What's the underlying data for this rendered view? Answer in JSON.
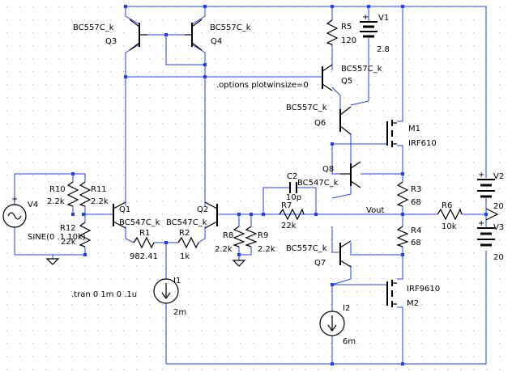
{
  "colors": {
    "background": "#ffffff",
    "grid_dot": "#b4b4b4",
    "wire": "#1f3fff",
    "component": "#000000",
    "junction": "#1f3fff"
  },
  "transistors": {
    "q3": {
      "model": "BC557C_k",
      "ref": "Q3"
    },
    "q4": {
      "model": "BC557C_k",
      "ref": "Q4"
    },
    "q5": {
      "model": "BC557C_k",
      "ref": "Q5"
    },
    "q6": {
      "model": "BC557C_k",
      "ref": "Q6"
    },
    "q8": {
      "model": "BC547C_k",
      "ref": "Q8"
    },
    "q1": {
      "model": "BC547C_k",
      "ref": "Q1"
    },
    "q2": {
      "model": "BC547C_k",
      "ref": "Q2"
    },
    "q7": {
      "model": "BC557C_k",
      "ref": "Q7"
    },
    "m1": {
      "model": "IRF610",
      "ref": "M1"
    },
    "m2": {
      "model": "IRF9610",
      "ref": "M2"
    }
  },
  "resistors": {
    "r5": {
      "ref": "R5",
      "value": "120"
    },
    "r10": {
      "ref": "R10",
      "value": "2.2k"
    },
    "r11": {
      "ref": "R11",
      "value": "2.2k"
    },
    "r12": {
      "ref": "R12",
      "value": "22k"
    },
    "r1": {
      "ref": "R1",
      "value": "982.41"
    },
    "r2": {
      "ref": "R2",
      "value": "1k"
    },
    "r8": {
      "ref": "R8",
      "value": "2.2k"
    },
    "r9": {
      "ref": "R9",
      "value": "2.2k"
    },
    "r7": {
      "ref": "R7",
      "value": "22k"
    },
    "r3": {
      "ref": "R3",
      "value": "68"
    },
    "r4": {
      "ref": "R4",
      "value": "68"
    },
    "r6": {
      "ref": "R6",
      "value": "10k"
    }
  },
  "capacitors": {
    "c2": {
      "ref": "C2",
      "value": "10p"
    }
  },
  "sources": {
    "v1": {
      "ref": "V1",
      "value": "2.8"
    },
    "v2": {
      "ref": "V2",
      "value": "20"
    },
    "v3": {
      "ref": "V3",
      "value": "20"
    },
    "v4": {
      "ref": "V4",
      "value": "SINE(0 .1 10k)"
    },
    "i1": {
      "ref": "I1",
      "value": "2m"
    },
    "i2": {
      "ref": "I2",
      "value": "6m"
    }
  },
  "nets": {
    "vout": "Vout"
  },
  "directives": {
    "options": ".options plotwinsize=0",
    "tran": ".tran 0 1m 0 .1u"
  }
}
